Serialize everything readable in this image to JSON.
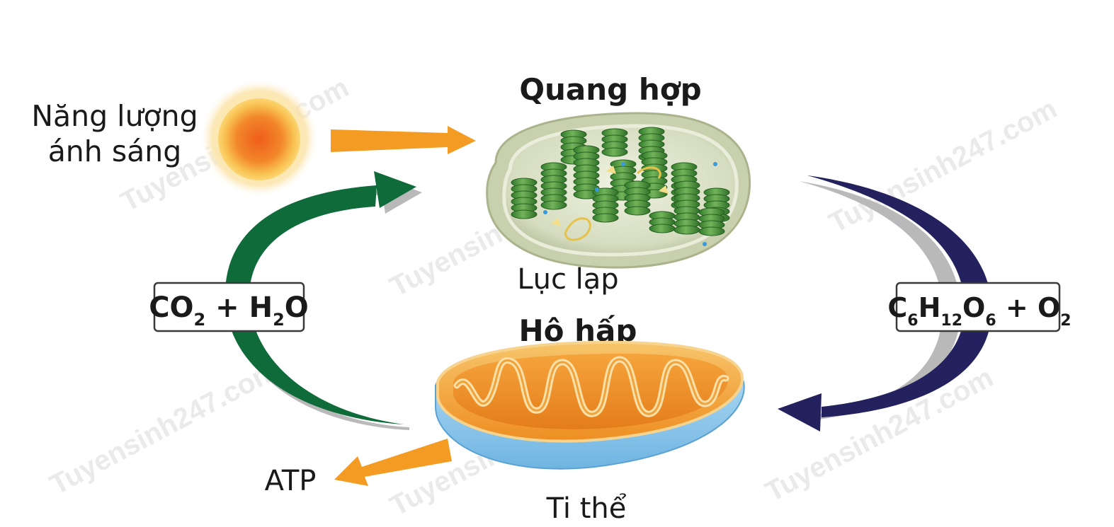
{
  "diagram": {
    "photosynthesis_title": "Quang hợp",
    "respiration_title": "Hô hấp",
    "light_energy_line1": "Năng lượng",
    "light_energy_line2": "ánh sáng",
    "chloroplast_label": "Lục lạp",
    "mitochondrion_label": "Ti thể",
    "atp_label": "ATP",
    "left_box": {
      "a": "CO",
      "a_sub": "2",
      "plus": " + H",
      "b_sub": "2",
      "c": "O"
    },
    "right_box": {
      "c": "C",
      "c_sub": "6",
      "h": "H",
      "h_sub": "12",
      "o": "O",
      "o_sub": "6",
      "plus": " + O",
      "o2_sub": "2"
    }
  },
  "watermark": {
    "text": "Tuyensinh247.com"
  },
  "colors": {
    "sun_core": "#ef6a1c",
    "sun_glow": "#fcd173",
    "orange_arrow": "#f39b22",
    "green_arrow": "#0f6b3a",
    "navy_arrow": "#23225f",
    "arrow_shadow": "#b9b9b9",
    "chloroplast_green": "#4d9a3a",
    "mito_orange": "#f2a23a",
    "mito_blue": "#8cc8ec"
  }
}
